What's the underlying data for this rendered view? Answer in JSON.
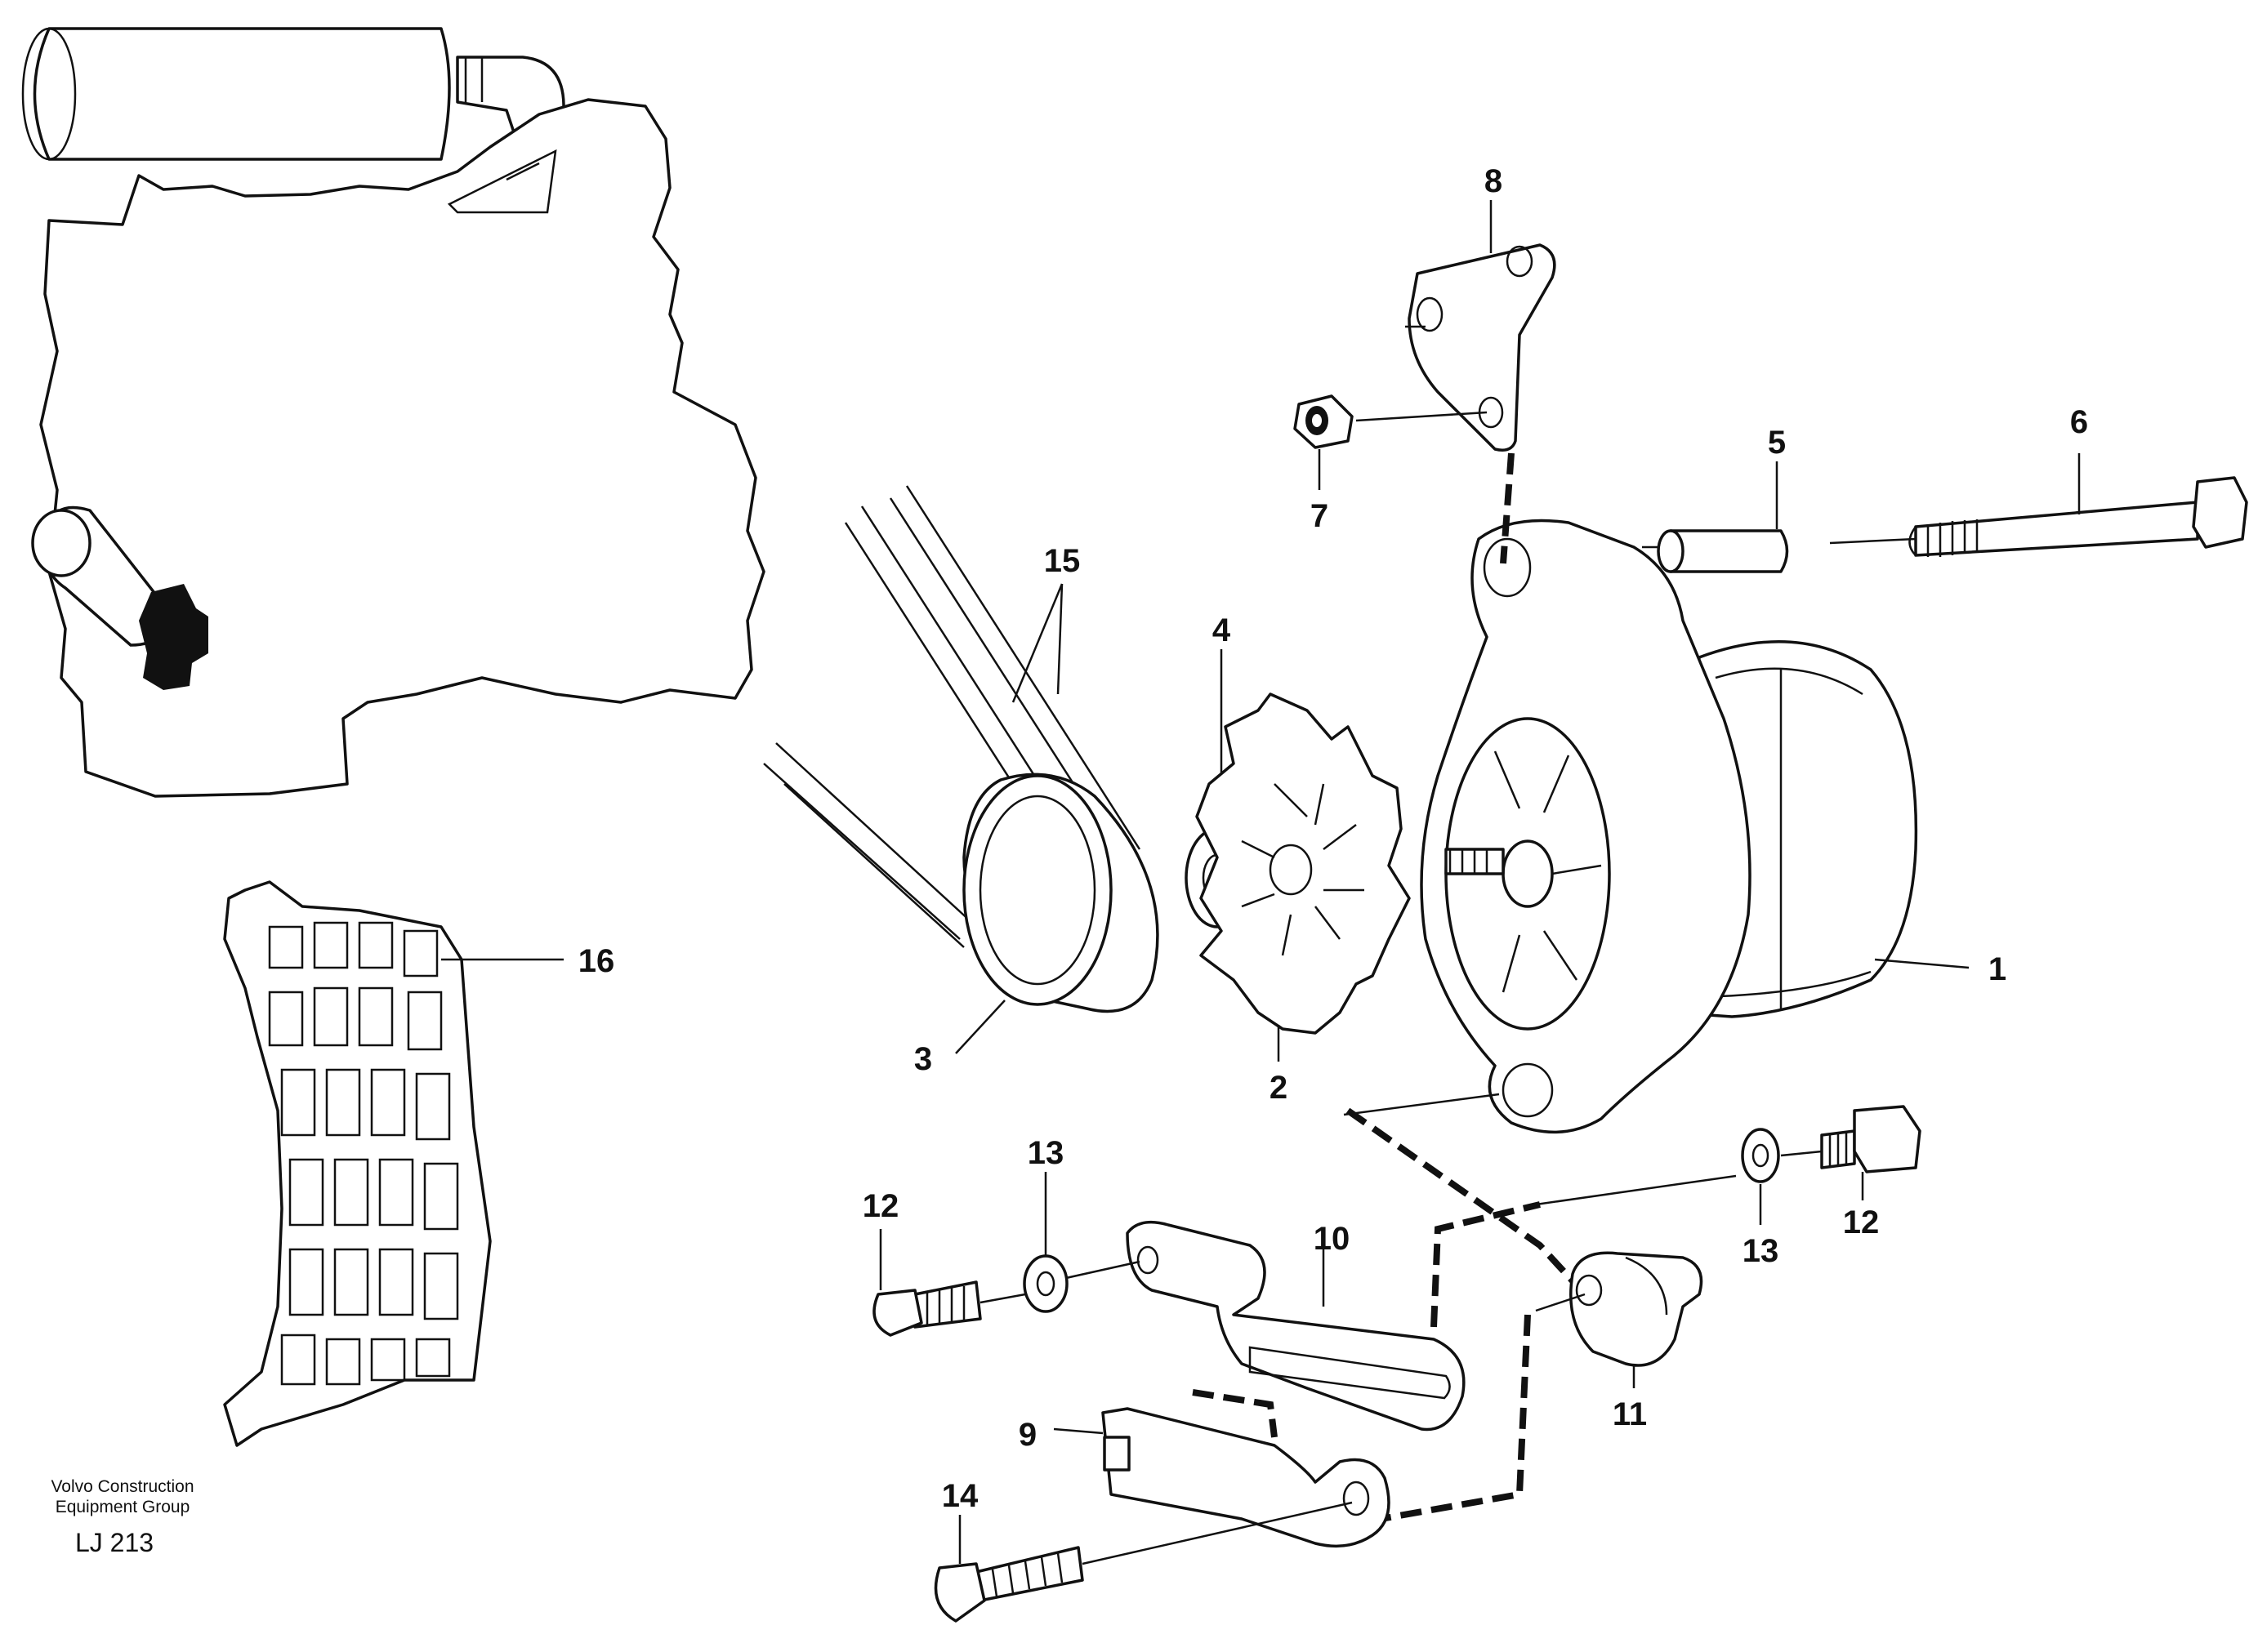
{
  "callouts": {
    "c1": "1",
    "c2": "2",
    "c3": "3",
    "c4": "4",
    "c5": "5",
    "c6": "6",
    "c7": "7",
    "c8": "8",
    "c9": "9",
    "c10": "10",
    "c11": "11",
    "c12a": "12",
    "c12b": "12",
    "c13a": "13",
    "c13b": "13",
    "c14": "14",
    "c15": "15",
    "c16": "16"
  },
  "caption": {
    "line1": "Volvo Construction",
    "line2": "Equipment Group",
    "code": "LJ 213"
  }
}
